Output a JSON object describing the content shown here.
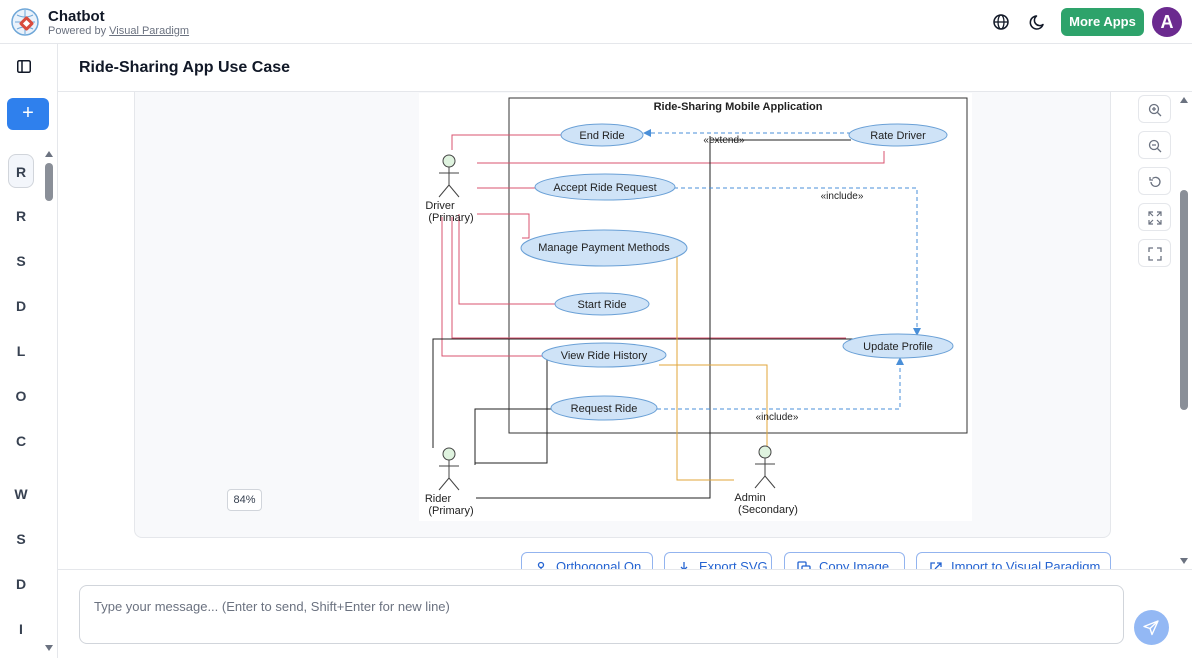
{
  "app": {
    "title": "Chatbot",
    "powered_prefix": "Powered by ",
    "powered_link": "Visual Paradigm"
  },
  "topbar": {
    "more_apps_label": "More Apps",
    "avatar_letter": "A",
    "language_icon": "globe-icon",
    "theme_icon": "moon-icon"
  },
  "sidebar": {
    "new_chat_label": "+",
    "items": [
      {
        "label": "R",
        "active": true
      },
      {
        "label": "R"
      },
      {
        "label": "S"
      },
      {
        "label": "D"
      },
      {
        "label": "L"
      },
      {
        "label": "O"
      },
      {
        "label": "C"
      },
      {
        "label": "W"
      },
      {
        "label": "S"
      },
      {
        "label": "D"
      },
      {
        "label": "I"
      }
    ]
  },
  "page": {
    "title": "Ride-Sharing App Use Case"
  },
  "diagram": {
    "system_name": "Ride-Sharing Mobile Application",
    "actors": [
      {
        "name": "Driver",
        "role": "(Primary)"
      },
      {
        "name": "Rider",
        "role": "(Primary)"
      },
      {
        "name": "Admin",
        "role": "(Secondary)"
      }
    ],
    "use_cases": [
      "End Ride",
      "Rate Driver",
      "Accept Ride Request",
      "Manage Payment Methods",
      "Start Ride",
      "Update Profile",
      "View Ride History",
      "Request Ride"
    ],
    "relations": [
      {
        "from": "Rate Driver",
        "to": "End Ride",
        "label": "«extend»"
      },
      {
        "from": "Accept Ride Request",
        "to": "Update Profile",
        "label": "«include»"
      },
      {
        "from": "Request Ride",
        "to": "Update Profile",
        "label": "«include»"
      }
    ],
    "zoom_level": "84%",
    "zoom_controls": [
      "zoom-in-icon",
      "zoom-out-icon",
      "reset-icon",
      "fit-icon",
      "fullscreen-icon"
    ]
  },
  "actions": {
    "orthogonal": "Orthogonal On",
    "export_svg": "Export SVG",
    "copy_image": "Copy Image",
    "import_vp": "Import to Visual Paradigm"
  },
  "composer": {
    "placeholder": "Type your message... (Enter to send, Shift+Enter for new line)"
  },
  "colors": {
    "accent": "#2f80ed",
    "more_apps": "#2ea36b",
    "avatar": "#6b2a8f",
    "usecase_fill": "#cfe3f7",
    "driver_line": "#d9536f",
    "admin_line": "#e0a63a",
    "include_line": "#4a8fd8"
  }
}
